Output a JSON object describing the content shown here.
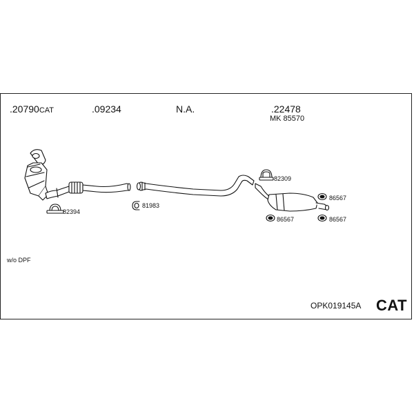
{
  "part_numbers": [
    {
      "number": ".20790",
      "suffix": "CAT"
    },
    {
      "number": ".09234",
      "suffix": ""
    },
    {
      "number": "N.A.",
      "suffix": ""
    },
    {
      "number": ".22478",
      "suffix": ""
    }
  ],
  "sub_part_number": "MK 85570",
  "callouts": {
    "clamp_left": "82394",
    "clamp_middle": "81983",
    "clamp_rear": "82309",
    "rubber_1": "86567",
    "rubber_2": "86567",
    "rubber_3": "86567"
  },
  "note": "w/o DPF",
  "kit_code": "OPK019145A",
  "kit_type": "CAT"
}
